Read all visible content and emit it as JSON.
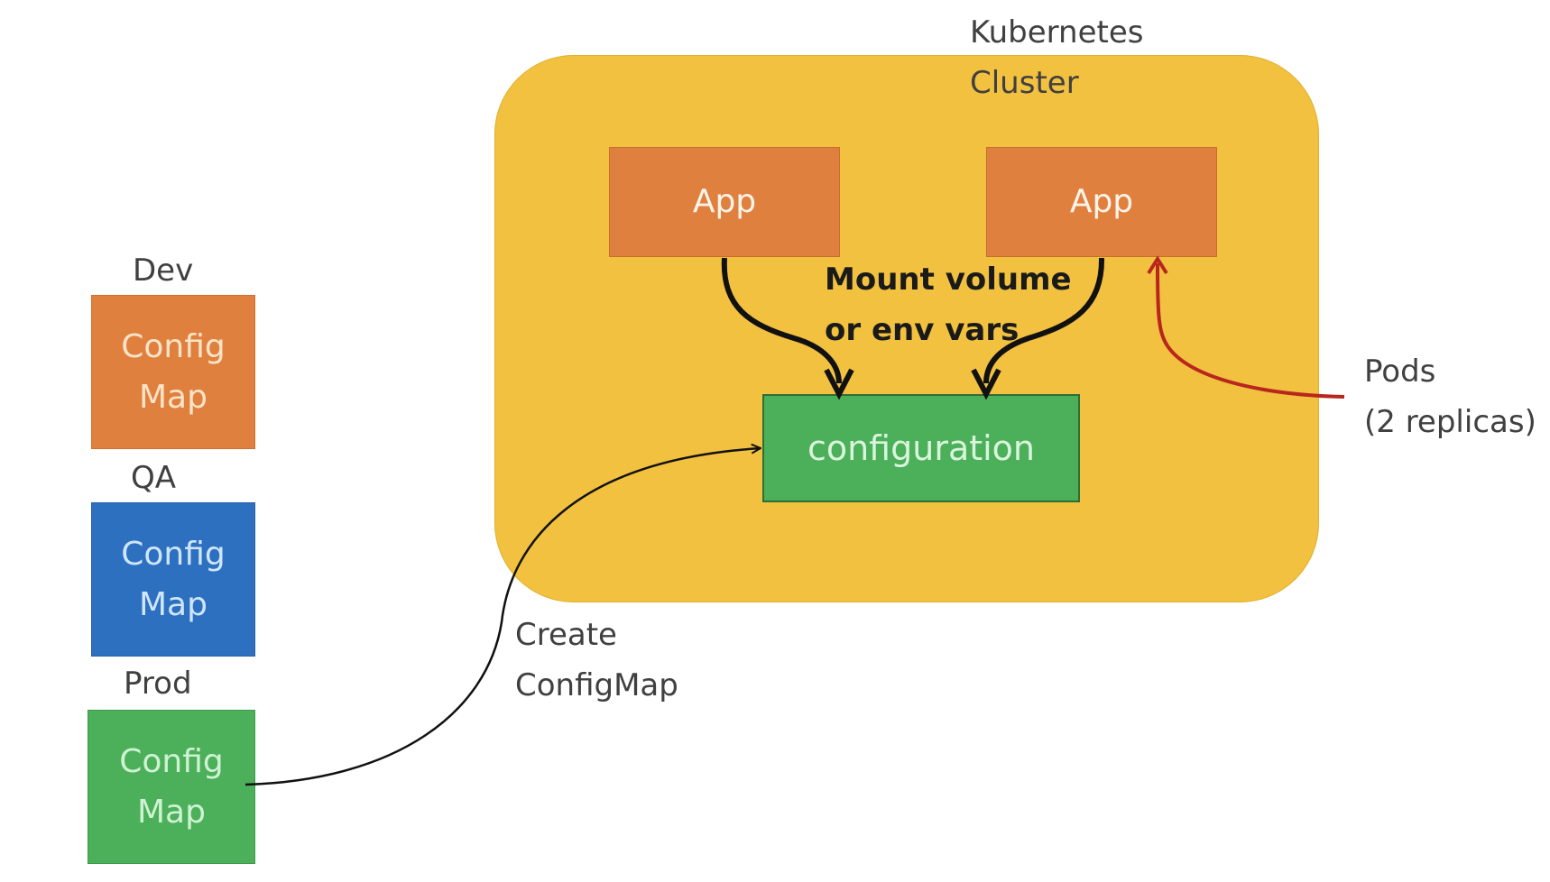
{
  "title": "Kubernetes ConfigMap diagram",
  "cluster": {
    "label_line1": "Kubernetes",
    "label_line2": "Cluster",
    "color": "#F2C13F"
  },
  "apps": [
    {
      "label": "App",
      "color": "#E0803E"
    },
    {
      "label": "App",
      "color": "#E0803E"
    }
  ],
  "mount_text": {
    "line1": "Mount volume",
    "line2": "or env vars"
  },
  "configuration": {
    "label": "configuration",
    "color": "#4CAF5A"
  },
  "pods_note": {
    "line1": "Pods",
    "line2": "(2 replicas)",
    "arrow_color": "#B8261E"
  },
  "environments": [
    {
      "name": "Dev",
      "line1": "Config",
      "line2": "Map",
      "color": "#E0803E"
    },
    {
      "name": "QA",
      "line1": "Config",
      "line2": "Map",
      "color": "#2E70C0"
    },
    {
      "name": "Prod",
      "line1": "Config",
      "line2": "Map",
      "color": "#4CAF5A"
    }
  ],
  "create_note": {
    "line1": "Create",
    "line2": "ConfigMap"
  }
}
